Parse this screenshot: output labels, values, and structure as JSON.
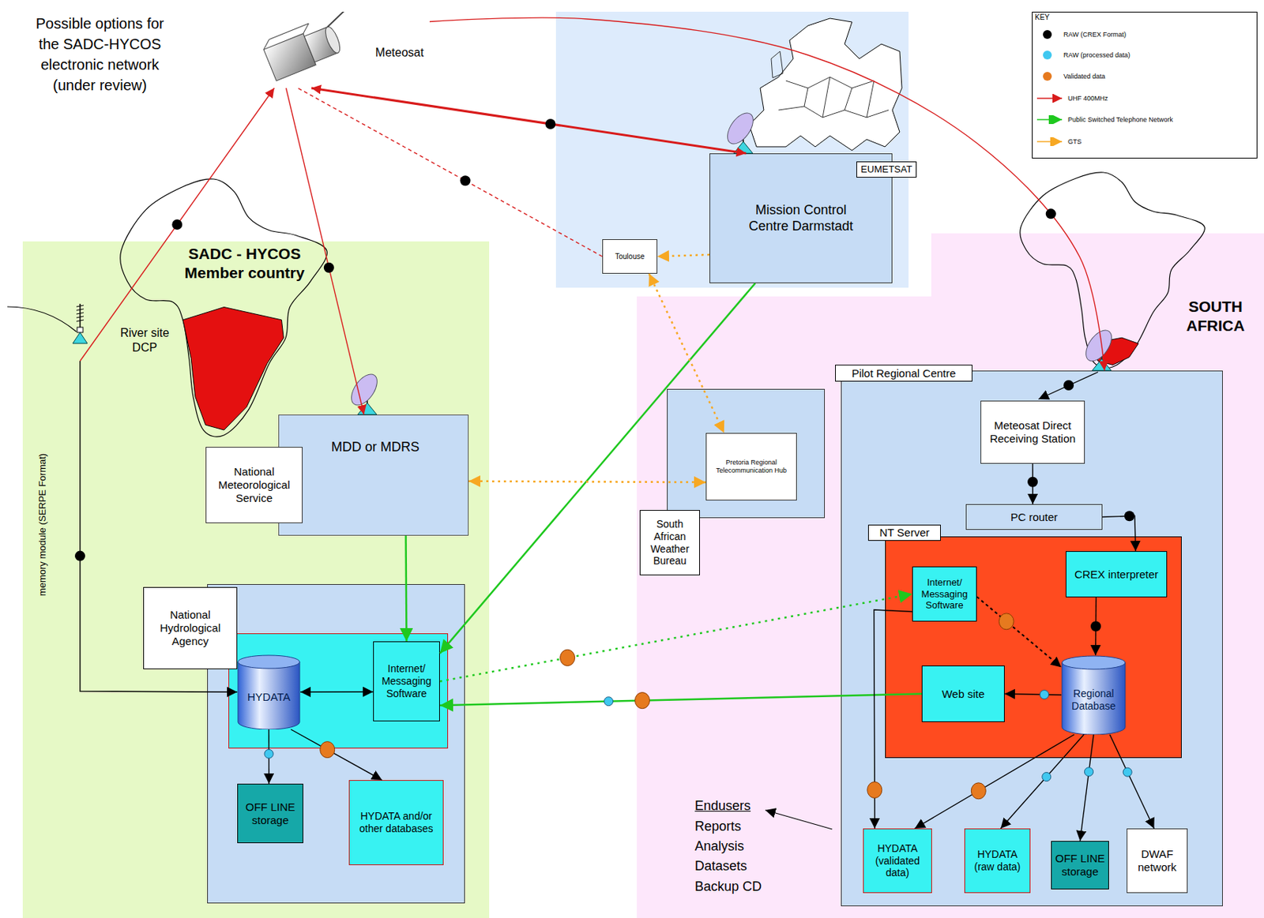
{
  "diagram": {
    "title": "Possible options for the SADC-HYCOS electronic network (under review)",
    "nodes": [
      {
        "text": [
          "SADC - HYCOS Member country"
        ]
      },
      {
        "text": [
          "River site DCP"
        ],
        "in": 0
      },
      {
        "text": [
          "Meteosat"
        ]
      },
      {
        "text": [
          "MDD or MDRS"
        ],
        "in": 0
      },
      {
        "text": [
          "National Meteorological Service"
        ],
        "in": 0
      },
      {
        "text": [
          "National Hydrological Agency"
        ],
        "in": 0
      },
      {
        "text": [
          "HYDATA"
        ],
        "in": 5
      },
      {
        "text": [
          "Internet/ Messaging Software"
        ],
        "in": 5
      },
      {
        "text": [
          "OFF LINE storage"
        ],
        "in": 5
      },
      {
        "text": [
          "HYDATA and/or other databases"
        ],
        "in": 5
      },
      {
        "text": [
          "EUMETSAT"
        ]
      },
      {
        "text": [
          "Mission Control Centre Darmstadt"
        ],
        "in": 10
      },
      {
        "text": [
          "Toulouse"
        ],
        "in": 10
      },
      {
        "text": [
          "SOUTH AFRICA"
        ]
      },
      {
        "text": [
          "South African Weather Bureau"
        ],
        "in": 13
      },
      {
        "text": [
          "Pretoria Regional Telecommunication Hub"
        ],
        "in": 14
      },
      {
        "text": [
          "Pilot Regional Centre"
        ],
        "in": 13
      },
      {
        "text": [
          "Meteosat Direct Receiving Station"
        ],
        "in": 16
      },
      {
        "text": [
          "PC router"
        ],
        "in": 16
      },
      {
        "text": [
          "NT Server"
        ],
        "in": 16
      },
      {
        "text": [
          "CREX interpreter"
        ],
        "in": 19
      },
      {
        "text": [
          "Internet/ Messaging Software"
        ],
        "in": 19
      },
      {
        "text": [
          "Web site"
        ],
        "in": 19
      },
      {
        "text": [
          "Regional Database"
        ],
        "in": 19
      },
      {
        "text": [
          "HYDATA (validated data)"
        ],
        "in": 16
      },
      {
        "text": [
          "HYDATA (raw data)"
        ],
        "in": 16
      },
      {
        "text": [
          "OFF LINE storage"
        ],
        "in": 16
      },
      {
        "text": [
          "DWAF network"
        ],
        "in": 16
      }
    ],
    "edges": [
      {
        "from": 1,
        "to": 2,
        "arrow": "to"
      },
      {
        "from": 2,
        "to": 3,
        "arrow": "to"
      },
      {
        "from": 2,
        "to": 11,
        "arrow": "both"
      },
      {
        "from": 12,
        "to": 2,
        "arrow": "none"
      },
      {
        "from": 2,
        "to": 16,
        "arrow": "to"
      },
      {
        "from": 1,
        "to": 6,
        "label": "memory module (SERPE Format)",
        "arrow": "to"
      },
      {
        "from": 3,
        "to": 7,
        "arrow": "to"
      },
      {
        "from": 11,
        "to": 7,
        "arrow": "to"
      },
      {
        "from": 11,
        "to": 12,
        "arrow": "to"
      },
      {
        "from": 12,
        "to": 15,
        "arrow": "both"
      },
      {
        "from": 3,
        "to": 15,
        "arrow": "both"
      },
      {
        "from": 6,
        "to": 7,
        "arrow": "both"
      },
      {
        "from": 6,
        "to": 8,
        "arrow": "to"
      },
      {
        "from": 6,
        "to": 9,
        "arrow": "to"
      },
      {
        "from": 7,
        "to": 21,
        "arrow": "to"
      },
      {
        "from": 22,
        "to": 7,
        "arrow": "to"
      },
      {
        "from": 17,
        "to": 18,
        "arrow": "to"
      },
      {
        "from": 18,
        "to": 20,
        "arrow": "to"
      },
      {
        "from": 20,
        "to": 23,
        "arrow": "to"
      },
      {
        "from": 21,
        "to": 23,
        "arrow": "to"
      },
      {
        "from": 23,
        "to": 22,
        "arrow": "to"
      },
      {
        "from": 21,
        "to": 24,
        "arrow": "to"
      },
      {
        "from": 23,
        "to": 24,
        "arrow": "to"
      },
      {
        "from": 23,
        "to": 25,
        "arrow": "to"
      },
      {
        "from": 23,
        "to": 26,
        "arrow": "to"
      },
      {
        "from": 23,
        "to": 27,
        "arrow": "to"
      }
    ],
    "labels": [
      "KEY",
      "Endusers",
      "Reports",
      "Analysis",
      "Datasets",
      "Backup CD"
    ],
    "legend": [
      {
        "text": "RAW (CREX Format)",
        "color": "#000000"
      },
      {
        "text": "RAW (processed data)",
        "color": "#40c8f0"
      },
      {
        "text": "Validated data",
        "color": "#e67a1f"
      },
      {
        "text": "UHF 400MHz"
      },
      {
        "text": "Public Switched Telephone Network"
      },
      {
        "text": "GTS"
      }
    ]
  }
}
